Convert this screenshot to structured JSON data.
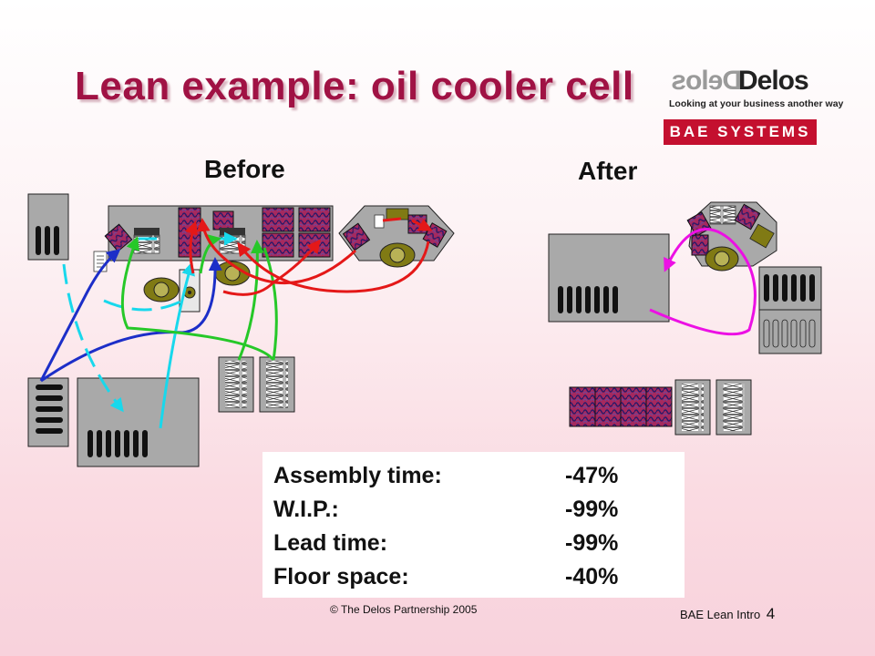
{
  "title": "Lean example: oil cooler cell",
  "logos": {
    "delos_mirror": "Delos",
    "delos": "Delos",
    "delos_tagline": "Looking at your business another way",
    "bae": "BAE SYSTEMS"
  },
  "diagram": {
    "before_label": "Before",
    "after_label": "After",
    "colors": {
      "blue": "#1c2ec8",
      "cyan": "#18d8ec",
      "green": "#26c828",
      "red": "#e41818",
      "magenta": "#ec10e4",
      "machine": "#a9a9a9",
      "bin": "#a6295e",
      "operator": "#807a14"
    }
  },
  "stats": [
    {
      "label": "Assembly time:",
      "value": "-47%"
    },
    {
      "label": "W.I.P.:",
      "value": "-99%"
    },
    {
      "label": "Lead time:",
      "value": "-99%"
    },
    {
      "label": "Floor space:",
      "value": "-40%"
    }
  ],
  "footer": {
    "copyright": "© The  Delos Partnership 2005",
    "deck": "BAE Lean Intro",
    "page": "4"
  }
}
